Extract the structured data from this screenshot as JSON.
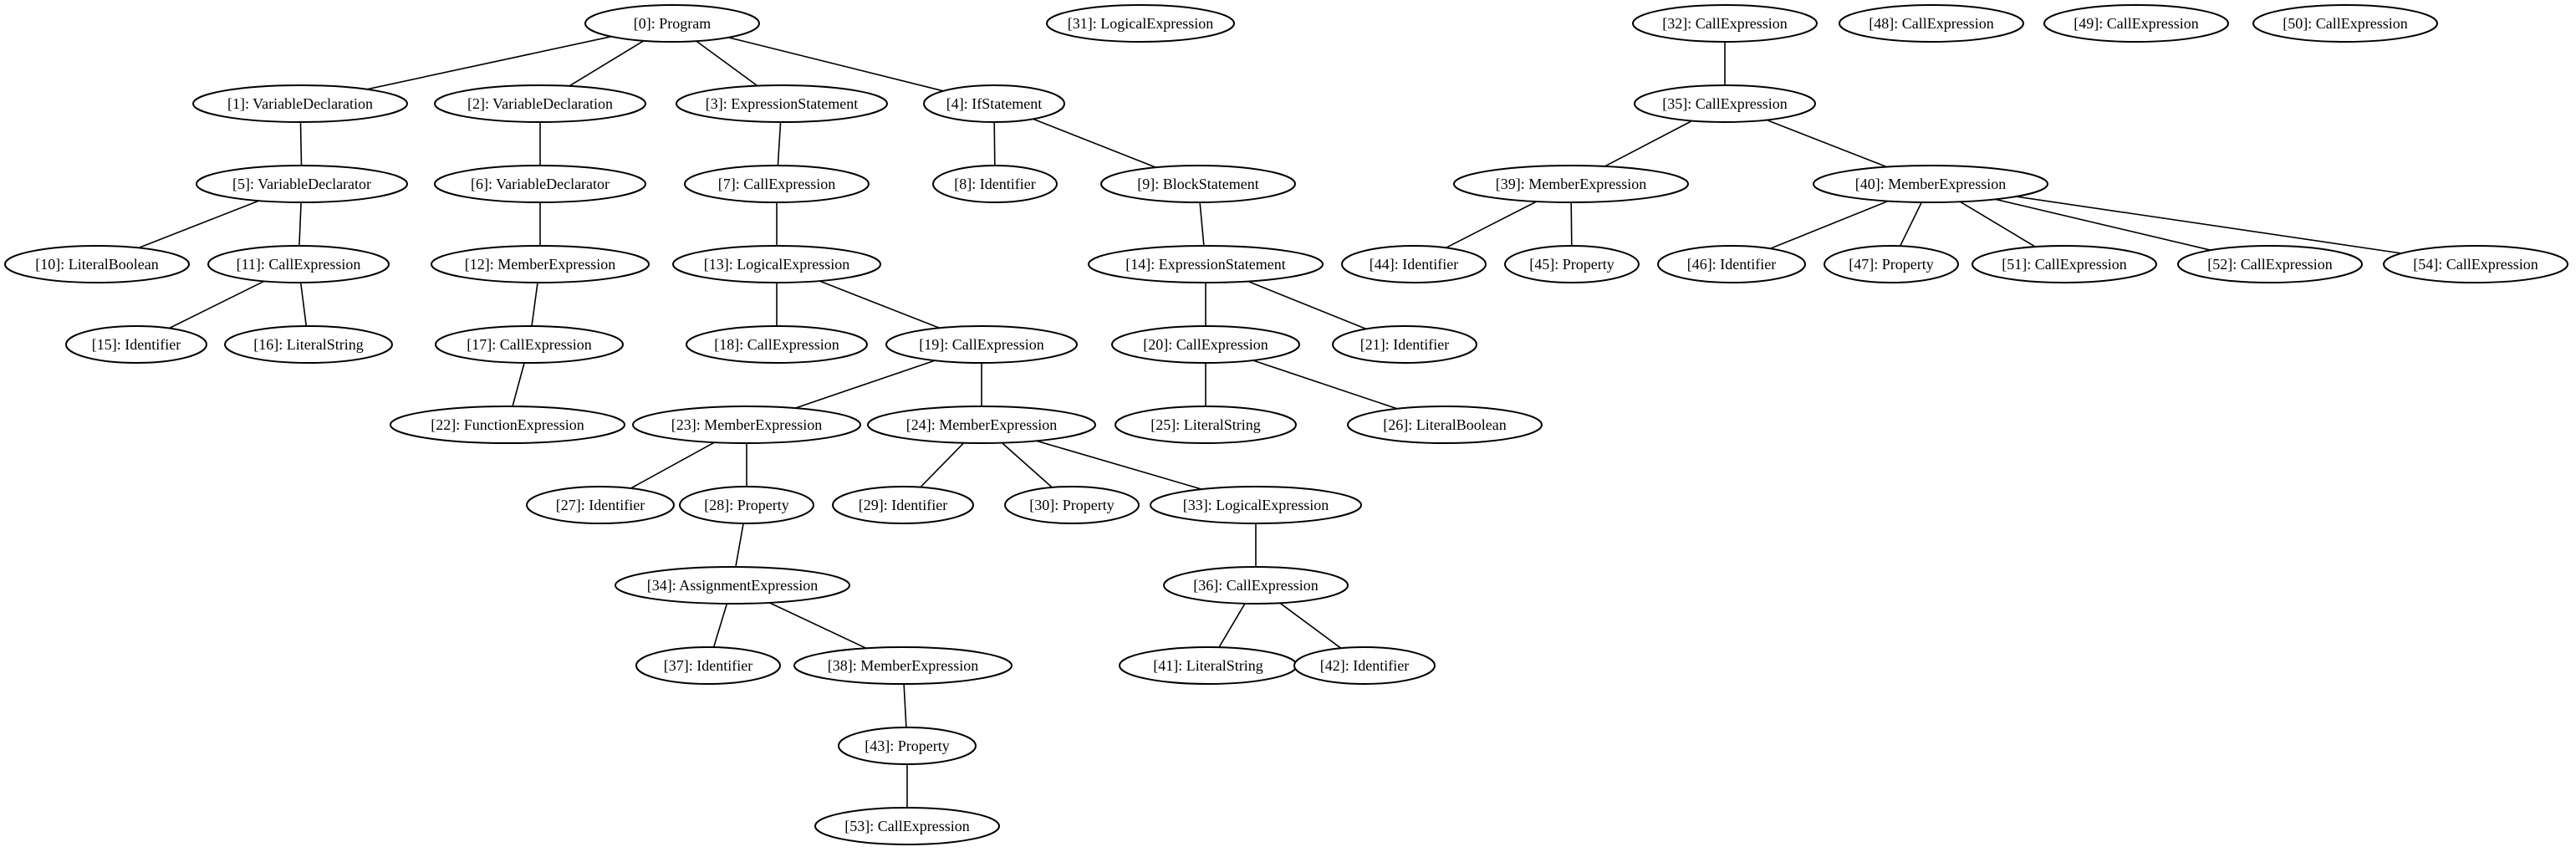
{
  "graph": {
    "colors": {
      "stroke": "#000000",
      "fill": "#ffffff",
      "background": "#ffffff"
    },
    "nodes": [
      {
        "id": 0,
        "label": "[0]: Program"
      },
      {
        "id": 1,
        "label": "[1]: VariableDeclaration"
      },
      {
        "id": 2,
        "label": "[2]: VariableDeclaration"
      },
      {
        "id": 3,
        "label": "[3]: ExpressionStatement"
      },
      {
        "id": 4,
        "label": "[4]: IfStatement"
      },
      {
        "id": 5,
        "label": "[5]: VariableDeclarator"
      },
      {
        "id": 6,
        "label": "[6]: VariableDeclarator"
      },
      {
        "id": 7,
        "label": "[7]: CallExpression"
      },
      {
        "id": 8,
        "label": "[8]: Identifier"
      },
      {
        "id": 9,
        "label": "[9]: BlockStatement"
      },
      {
        "id": 10,
        "label": "[10]: LiteralBoolean"
      },
      {
        "id": 11,
        "label": "[11]: CallExpression"
      },
      {
        "id": 12,
        "label": "[12]: MemberExpression"
      },
      {
        "id": 13,
        "label": "[13]: LogicalExpression"
      },
      {
        "id": 14,
        "label": "[14]: ExpressionStatement"
      },
      {
        "id": 15,
        "label": "[15]: Identifier"
      },
      {
        "id": 16,
        "label": "[16]: LiteralString"
      },
      {
        "id": 17,
        "label": "[17]: CallExpression"
      },
      {
        "id": 18,
        "label": "[18]: CallExpression"
      },
      {
        "id": 19,
        "label": "[19]: CallExpression"
      },
      {
        "id": 20,
        "label": "[20]: CallExpression"
      },
      {
        "id": 21,
        "label": "[21]: Identifier"
      },
      {
        "id": 22,
        "label": "[22]: FunctionExpression"
      },
      {
        "id": 23,
        "label": "[23]: MemberExpression"
      },
      {
        "id": 24,
        "label": "[24]: MemberExpression"
      },
      {
        "id": 25,
        "label": "[25]: LiteralString"
      },
      {
        "id": 26,
        "label": "[26]: LiteralBoolean"
      },
      {
        "id": 27,
        "label": "[27]: Identifier"
      },
      {
        "id": 28,
        "label": "[28]: Property"
      },
      {
        "id": 29,
        "label": "[29]: Identifier"
      },
      {
        "id": 30,
        "label": "[30]: Property"
      },
      {
        "id": 31,
        "label": "[31]: LogicalExpression"
      },
      {
        "id": 32,
        "label": "[32]: CallExpression"
      },
      {
        "id": 33,
        "label": "[33]: LogicalExpression"
      },
      {
        "id": 34,
        "label": "[34]: AssignmentExpression"
      },
      {
        "id": 35,
        "label": "[35]: CallExpression"
      },
      {
        "id": 36,
        "label": "[36]: CallExpression"
      },
      {
        "id": 37,
        "label": "[37]: Identifier"
      },
      {
        "id": 38,
        "label": "[38]: MemberExpression"
      },
      {
        "id": 39,
        "label": "[39]: MemberExpression"
      },
      {
        "id": 40,
        "label": "[40]: MemberExpression"
      },
      {
        "id": 41,
        "label": "[41]: LiteralString"
      },
      {
        "id": 42,
        "label": "[42]: Identifier"
      },
      {
        "id": 43,
        "label": "[43]: Property"
      },
      {
        "id": 44,
        "label": "[44]: Identifier"
      },
      {
        "id": 45,
        "label": "[45]: Property"
      },
      {
        "id": 46,
        "label": "[46]: Identifier"
      },
      {
        "id": 47,
        "label": "[47]: Property"
      },
      {
        "id": 48,
        "label": "[48]: CallExpression"
      },
      {
        "id": 49,
        "label": "[49]: CallExpression"
      },
      {
        "id": 50,
        "label": "[50]: CallExpression"
      },
      {
        "id": 51,
        "label": "[51]: CallExpression"
      },
      {
        "id": 52,
        "label": "[52]: CallExpression"
      },
      {
        "id": 53,
        "label": "[53]: CallExpression"
      },
      {
        "id": 54,
        "label": "[54]: CallExpression"
      }
    ],
    "edges": [
      [
        0,
        1
      ],
      [
        0,
        2
      ],
      [
        0,
        3
      ],
      [
        0,
        4
      ],
      [
        1,
        5
      ],
      [
        2,
        6
      ],
      [
        3,
        7
      ],
      [
        4,
        8
      ],
      [
        4,
        9
      ],
      [
        5,
        10
      ],
      [
        5,
        11
      ],
      [
        6,
        12
      ],
      [
        7,
        13
      ],
      [
        9,
        14
      ],
      [
        11,
        15
      ],
      [
        11,
        16
      ],
      [
        12,
        17
      ],
      [
        13,
        18
      ],
      [
        13,
        19
      ],
      [
        14,
        20
      ],
      [
        14,
        21
      ],
      [
        17,
        22
      ],
      [
        19,
        23
      ],
      [
        19,
        24
      ],
      [
        20,
        25
      ],
      [
        20,
        26
      ],
      [
        23,
        27
      ],
      [
        23,
        28
      ],
      [
        24,
        29
      ],
      [
        24,
        30
      ],
      [
        24,
        33
      ],
      [
        28,
        34
      ],
      [
        33,
        36
      ],
      [
        34,
        37
      ],
      [
        34,
        38
      ],
      [
        36,
        41
      ],
      [
        36,
        42
      ],
      [
        38,
        43
      ],
      [
        43,
        53
      ],
      [
        32,
        35
      ],
      [
        35,
        39
      ],
      [
        35,
        40
      ],
      [
        39,
        44
      ],
      [
        39,
        45
      ],
      [
        40,
        46
      ],
      [
        40,
        47
      ],
      [
        40,
        51
      ],
      [
        40,
        52
      ],
      [
        40,
        54
      ]
    ]
  }
}
